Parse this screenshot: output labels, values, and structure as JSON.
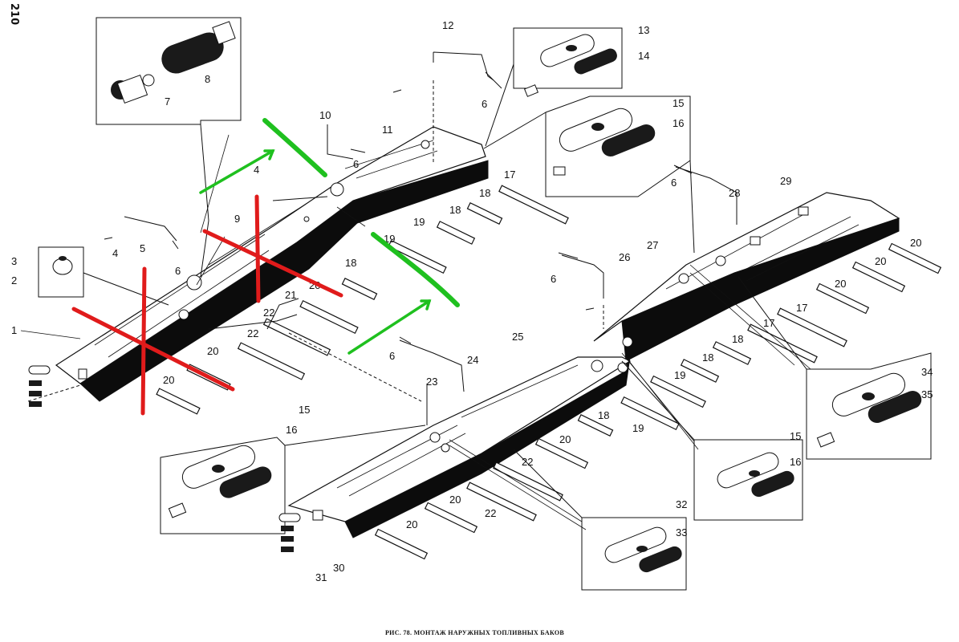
{
  "page_number": "210",
  "caption": "РИС. 78. МОНТАЖ НАРУЖНЫХ ТОПЛИВНЫХ БАКОВ",
  "callouts": [
    "1",
    "2",
    "3",
    "4",
    "5",
    "6",
    "7",
    "8",
    "9",
    "10",
    "11",
    "12",
    "13",
    "14",
    "15",
    "16",
    "17",
    "18",
    "19",
    "20",
    "21",
    "22",
    "23",
    "24",
    "25",
    "26",
    "27",
    "28",
    "29",
    "30",
    "31",
    "32",
    "33",
    "34",
    "35"
  ],
  "colors": {
    "red_marks": "#e01b1b",
    "green_marks": "#1fc01f",
    "ink": "#111111"
  },
  "icons": [
    "fuel-tank",
    "tie-strap",
    "rubber-pad",
    "hose-clamp",
    "bracket",
    "bolt"
  ]
}
